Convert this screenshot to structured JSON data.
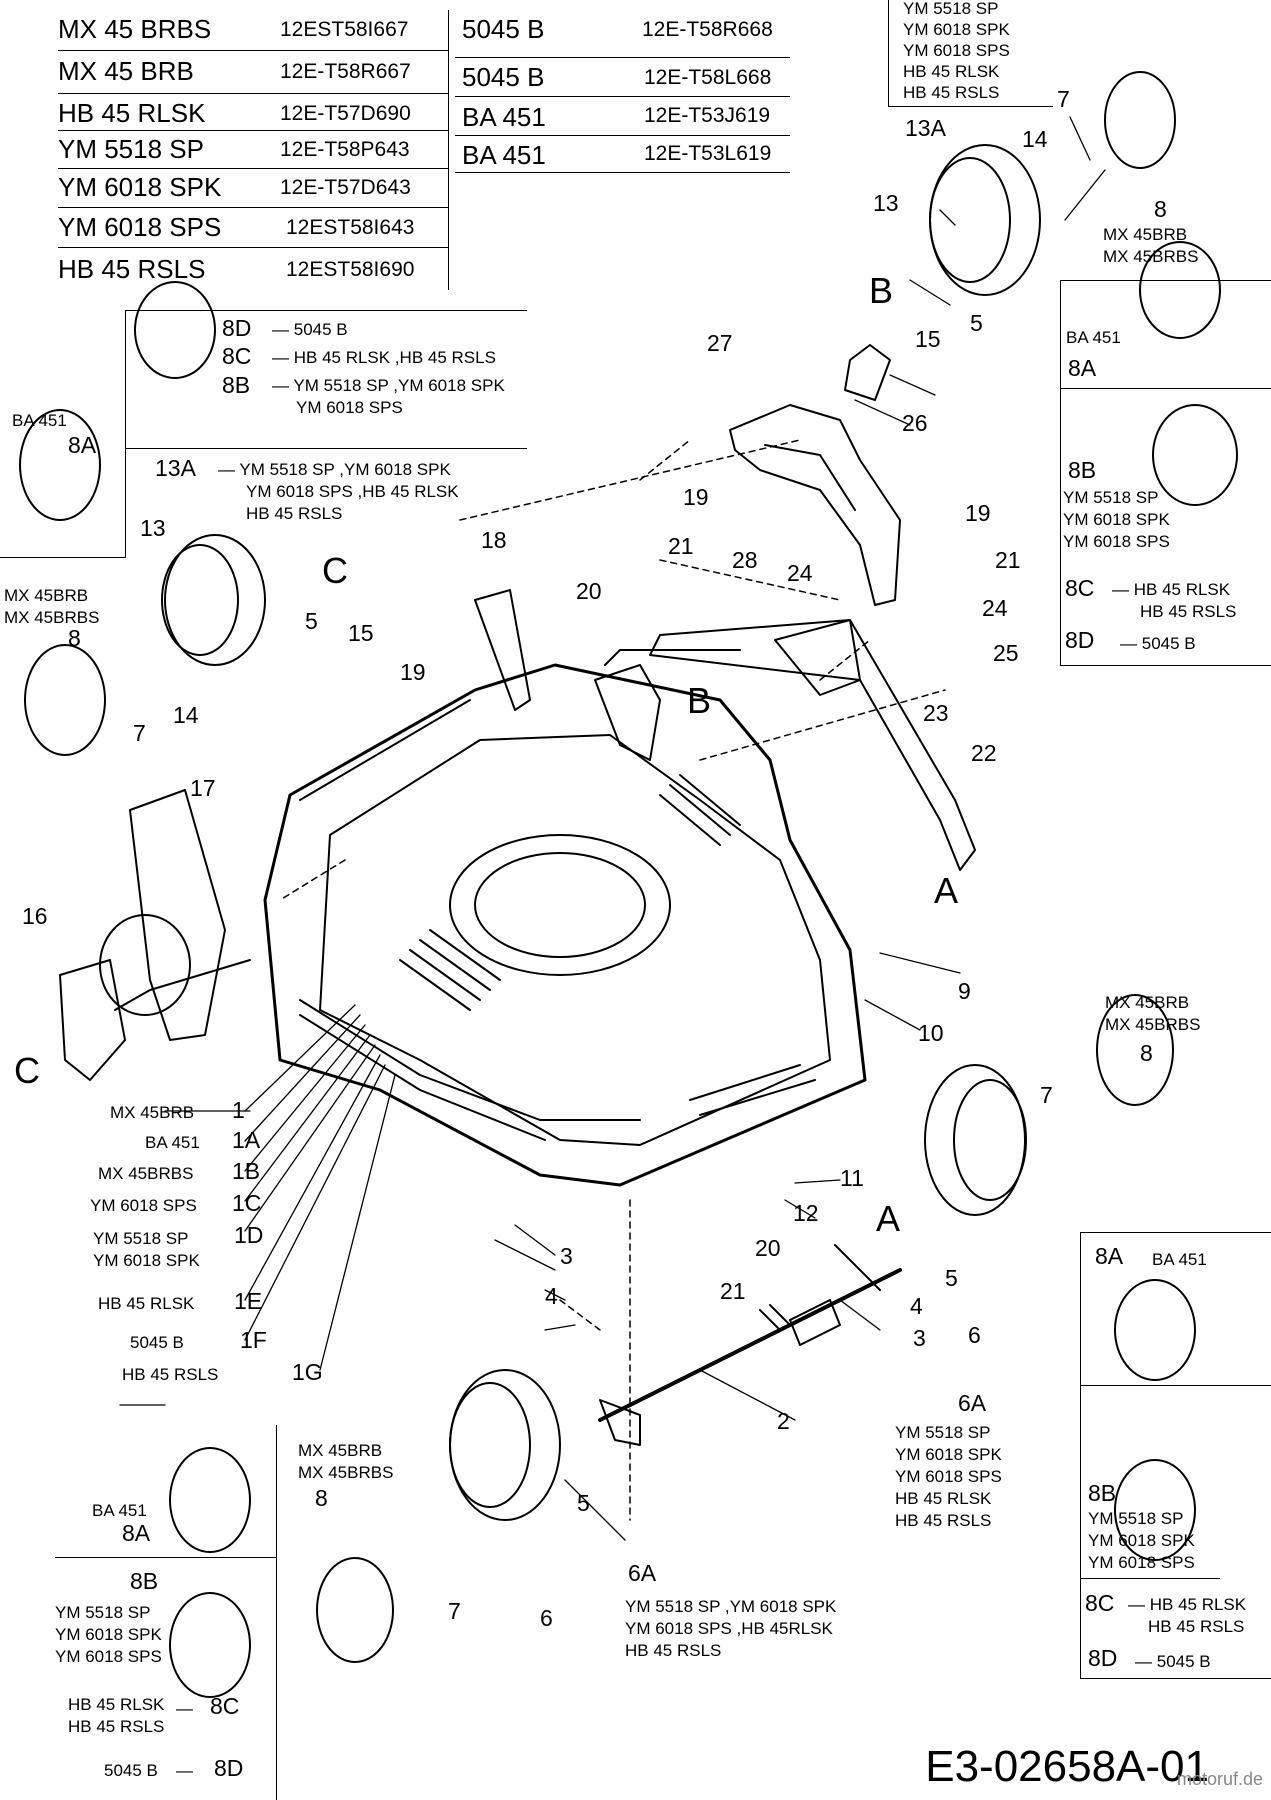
{
  "model_table_left": [
    {
      "model": "MX 45 BRBS",
      "code": "12EST58I667"
    },
    {
      "model": "MX 45 BRB",
      "code": "12E-T58R667"
    },
    {
      "model": "HB 45 RLSK",
      "code": "12E-T57D690"
    },
    {
      "model": "YM 5518 SP",
      "code": "12E-T58P643"
    },
    {
      "model": "YM 6018 SPK",
      "code": "12E-T57D643"
    },
    {
      "model": "YM 6018 SPS",
      "code": "12EST58I643"
    },
    {
      "model": "HB 45 RSLS",
      "code": "12EST58I690"
    }
  ],
  "model_table_right": [
    {
      "model": "5045 B",
      "code": "12E-T58R668"
    },
    {
      "model": "5045 B",
      "code": "12E-T58L668"
    },
    {
      "model": "BA 451",
      "code": "12E-T53J619"
    },
    {
      "model": "BA 451",
      "code": "12E-T53L619"
    }
  ],
  "top_right_models": [
    "YM 5518 SP",
    "YM 6018 SPK",
    "YM 6018 SPS",
    "HB 45 RLSK",
    "HB 45 RSLS"
  ],
  "legend_top_center": [
    {
      "id": "8D",
      "models": "5045 B"
    },
    {
      "id": "8C",
      "models": "HB 45 RLSK ,HB 45 RSLS"
    },
    {
      "id": "8B",
      "models": "YM 5518 SP ,YM 6018 SPK",
      "models2": "YM 6018 SPS"
    }
  ],
  "legend_13a": {
    "id": "13A",
    "lines": [
      "YM 5518 SP ,YM 6018 SPK",
      "YM 6018 SPS ,HB 45 RLSK",
      "HB 45 RSLS"
    ]
  },
  "legend_left_ba": {
    "model": "BA 451",
    "id": "8A"
  },
  "legend_left_mx": {
    "lines": [
      "MX 45BRB",
      "MX 45BRBS"
    ],
    "id": "8"
  },
  "legend_right_box": {
    "a": {
      "model": "BA 451",
      "id": "8A"
    },
    "b": {
      "id": "8B",
      "lines": [
        "YM 5518 SP",
        "YM 6018 SPK",
        "YM 6018 SPS"
      ]
    },
    "c": {
      "id": "8C",
      "lines": [
        "HB 45 RLSK",
        "HB 45 RSLS"
      ]
    },
    "d": {
      "id": "8D",
      "model": "5045 B"
    }
  },
  "legend_right_top_mx": {
    "lines": [
      "MX 45BRB",
      "MX 45BRBS"
    ],
    "id": "8"
  },
  "legend_right_mid_mx": {
    "lines": [
      "MX 45BRB",
      "MX 45BRBS"
    ],
    "id": "8"
  },
  "deck_variants": [
    {
      "model": "MX 45BRB",
      "id": "1"
    },
    {
      "model": "BA 451",
      "id": "1A"
    },
    {
      "model": "MX 45BRBS",
      "id": "1B"
    },
    {
      "model": "YM 6018 SPS",
      "id": "1C"
    },
    {
      "model": "YM 5518 SP",
      "model2": "YM 6018 SPK",
      "id": "1D"
    },
    {
      "model": "HB 45 RLSK",
      "id": "1E"
    },
    {
      "model": "5045 B",
      "id": "1F"
    },
    {
      "model": "HB 45 RSLS",
      "id": "1G"
    }
  ],
  "legend_bottom_left": {
    "a": {
      "model": "BA 451",
      "id": "8A"
    },
    "b": {
      "id": "8B",
      "lines": [
        "YM 5518 SP",
        "YM 6018 SPK",
        "YM 6018 SPS"
      ]
    },
    "c": {
      "lines": [
        "HB 45 RLSK",
        "HB 45 RSLS"
      ],
      "id": "8C"
    },
    "d": {
      "model": "5045 B",
      "id": "8D"
    }
  },
  "legend_bottom_mx": {
    "lines": [
      "MX 45BRB",
      "MX 45BRBS"
    ],
    "id": "8"
  },
  "legend_6a_right": {
    "id": "6A",
    "lines": [
      "YM 5518 SP",
      "YM 6018 SPK",
      "YM 6018 SPS",
      "HB 45 RLSK",
      "HB 45 RSLS"
    ]
  },
  "legend_6a_bottom": {
    "id": "6A",
    "lines": [
      "YM 5518 SP ,YM 6018 SPK",
      "YM 6018 SPS ,HB 45RLSK",
      "HB 45 RSLS"
    ]
  },
  "callouts": {
    "c2": "2",
    "c3a": "3",
    "c3b": "3",
    "c4a": "4",
    "c4b": "4",
    "c5a": "5",
    "c5b": "5",
    "c5c": "5",
    "c5d": "5",
    "c6a": "6",
    "c6b": "6",
    "c7a": "7",
    "c7b": "7",
    "c7c": "7",
    "c7d": "7",
    "c9": "9",
    "c10": "10",
    "c11": "11",
    "c12": "12",
    "c13a": "13",
    "c13b": "13",
    "c13A": "13A",
    "c14a": "14",
    "c14b": "14",
    "c15a": "15",
    "c15b": "15",
    "c16": "16",
    "c17": "17",
    "c18": "18",
    "c19a": "19",
    "c19b": "19",
    "c19c": "19",
    "c20a": "20",
    "c20b": "20",
    "c21a": "21",
    "c21b": "21",
    "c21c": "21",
    "c22": "22",
    "c23": "23",
    "c24a": "24",
    "c24b": "24",
    "c25": "25",
    "c26": "26",
    "c27": "27",
    "c28": "28"
  },
  "letters": {
    "A1": "A",
    "A2": "A",
    "B1": "B",
    "B2": "B",
    "C1": "C",
    "C2": "C"
  },
  "figure_code": "E3-02658A-01",
  "watermark": "motoruf.de"
}
